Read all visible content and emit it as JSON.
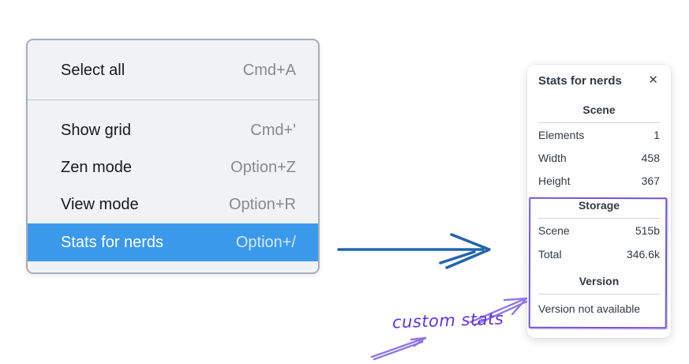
{
  "context_menu": {
    "items": [
      {
        "label": "Select all",
        "shortcut": "Cmd+A"
      },
      {
        "label": "Show grid",
        "shortcut": "Cmd+'"
      },
      {
        "label": "Zen mode",
        "shortcut": "Option+Z"
      },
      {
        "label": "View mode",
        "shortcut": "Option+R"
      },
      {
        "label": "Stats for nerds",
        "shortcut": "Option+/"
      }
    ],
    "highlighted_item": "Stats for nerds",
    "highlight_color": "#3b99ec"
  },
  "stats_panel": {
    "title": "Stats for nerds",
    "close_icon": "✕",
    "sections": [
      {
        "heading": "Scene",
        "rows": [
          {
            "label": "Elements",
            "value": "1"
          },
          {
            "label": "Width",
            "value": "458"
          },
          {
            "label": "Height",
            "value": "367"
          }
        ]
      },
      {
        "heading": "Storage",
        "rows": [
          {
            "label": "Scene",
            "value": "515b"
          },
          {
            "label": "Total",
            "value": "346.6k"
          }
        ]
      },
      {
        "heading": "Version",
        "note": "Version not available"
      }
    ]
  },
  "annotations": {
    "custom_stats_label": "custom stats",
    "blue_arrow_color": "#2166ad",
    "purple_arrow_color": "#9177e6",
    "box_color": "#7456d2",
    "label_color": "#6036d8"
  }
}
